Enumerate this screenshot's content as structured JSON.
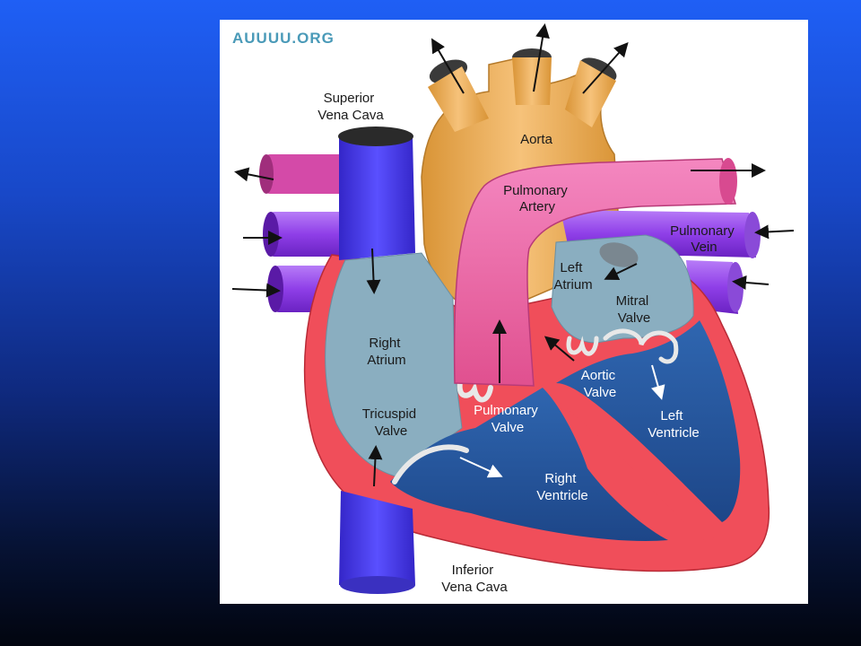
{
  "watermark": "AUUUU.ORG",
  "labels": {
    "superior_vena_cava": [
      "Superior",
      "Vena Cava"
    ],
    "aorta": [
      "Aorta"
    ],
    "pulmonary_artery": [
      "Pulmonary",
      "Artery"
    ],
    "pulmonary_vein": [
      "Pulmonary",
      "Vein"
    ],
    "left_atrium": [
      "Left",
      "Atrium"
    ],
    "mitral_valve": [
      "Mitral",
      "Valve"
    ],
    "right_atrium": [
      "Right",
      "Atrium"
    ],
    "aortic_valve": [
      "Aortic",
      "Valve"
    ],
    "tricuspid_valve": [
      "Tricuspid",
      "Valve"
    ],
    "pulmonary_valve": [
      "Pulmonary",
      "Valve"
    ],
    "left_ventricle": [
      "Left",
      "Ventricle"
    ],
    "right_ventricle": [
      "Right",
      "Ventricle"
    ],
    "inferior_vena_cava": [
      "Inferior",
      "Vena Cava"
    ]
  },
  "colors": {
    "aorta": "#f2b25c",
    "vena_cava": "#4a3cf0",
    "pulmonary_artery": "#f06aa8",
    "pulmonary_vein": "#9a4ef0",
    "muscle": "#f04e5a",
    "atria": "#8aaec0",
    "ventricles": "#2a5aa0",
    "slide_top": "#1f5ff5",
    "slide_bottom": "#02050f"
  }
}
